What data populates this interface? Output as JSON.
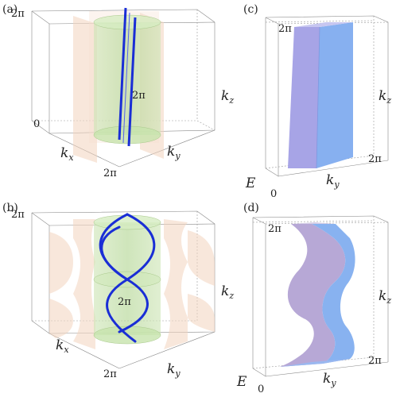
{
  "panels": {
    "a": {
      "label": "(a)",
      "tick_top": "2π",
      "tick_mid": "2π",
      "tick_zero": "0",
      "tick_bottom": "2π",
      "kx": "k",
      "kx_sub": "x",
      "ky": "k",
      "ky_sub": "y",
      "kz": "k",
      "kz_sub": "z"
    },
    "b": {
      "label": "(b)",
      "tick_top": "2π",
      "tick_mid": "2π",
      "tick_bottom": "2π",
      "kx": "k",
      "kx_sub": "x",
      "ky": "k",
      "ky_sub": "y",
      "kz": "k",
      "kz_sub": "z"
    },
    "c": {
      "label": "(c)",
      "tick_top": "2π",
      "tick_zero": "0",
      "tick_right": "2π",
      "E": "E",
      "ky": "k",
      "ky_sub": "y",
      "kz": "k",
      "kz_sub": "z"
    },
    "d": {
      "label": "(d)",
      "tick_top": "2π",
      "tick_zero": "0",
      "tick_right": "2π",
      "E": "E",
      "ky": "k",
      "ky_sub": "y",
      "kz": "k",
      "kz_sub": "z"
    }
  },
  "colors": {
    "cylinder": "#b9dca0",
    "plane": "#f3d6c4",
    "line": "#1a2ed6",
    "sheet_left": "#9aa6ea",
    "sheet_right": "#86aef0"
  }
}
